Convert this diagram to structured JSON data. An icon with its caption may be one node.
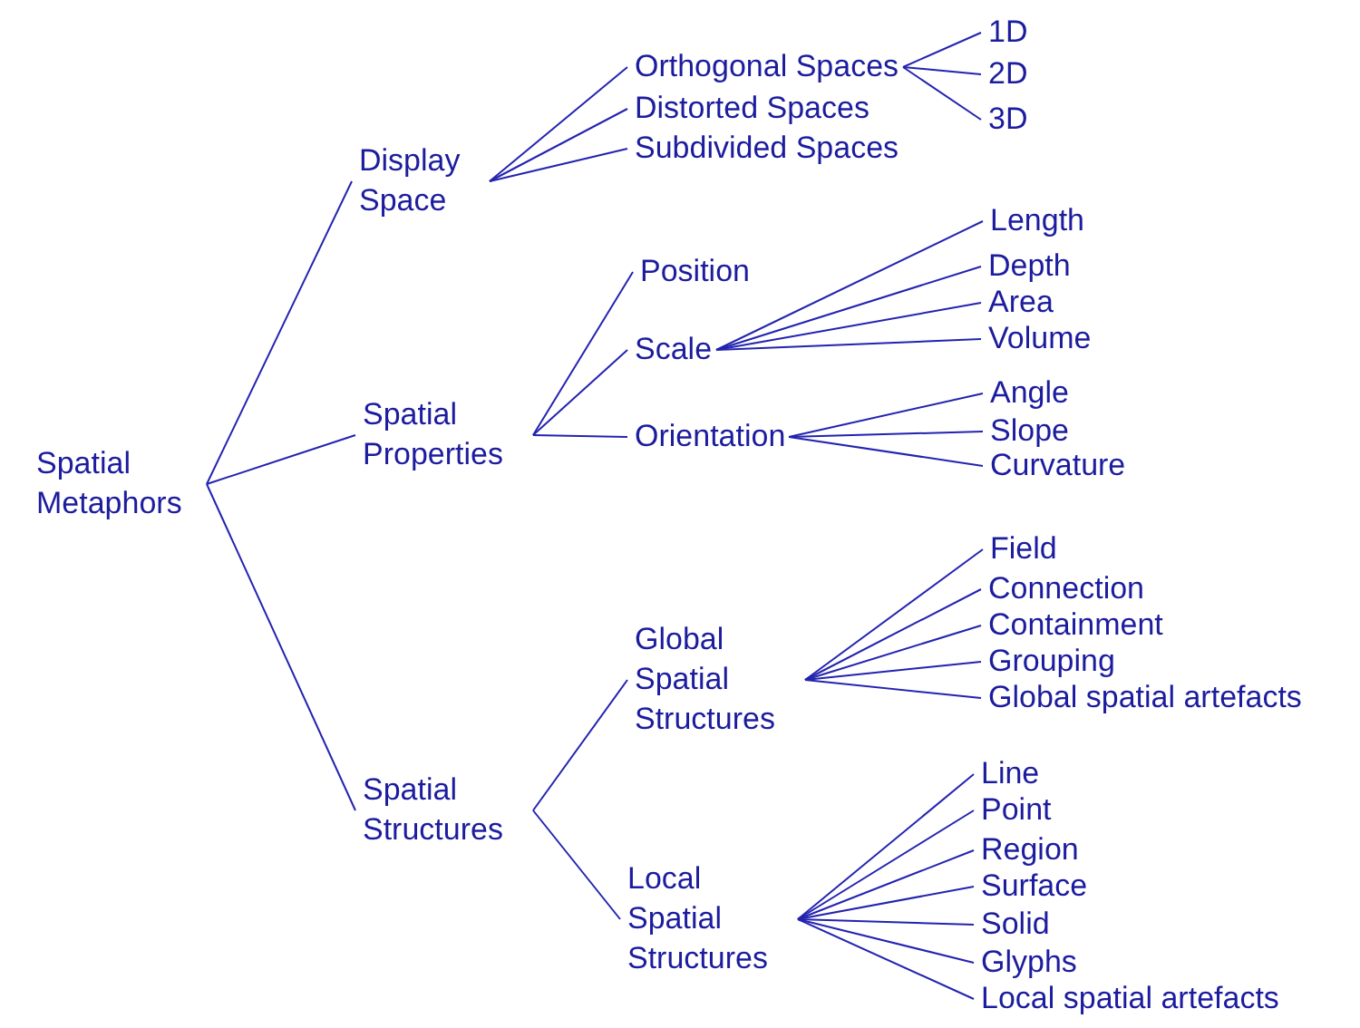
{
  "diagram": {
    "nodes": [
      {
        "text": [
          "Spatial Metaphors"
        ]
      },
      {
        "text": [
          "Display Space"
        ]
      },
      {
        "text": [
          "Spatial Properties"
        ]
      },
      {
        "text": [
          "Spatial Structures"
        ]
      },
      {
        "text": [
          "Orthogonal Spaces"
        ]
      },
      {
        "text": [
          "Distorted Spaces"
        ]
      },
      {
        "text": [
          "Subdivided Spaces"
        ]
      },
      {
        "text": [
          "1D"
        ]
      },
      {
        "text": [
          "2D"
        ]
      },
      {
        "text": [
          "3D"
        ]
      },
      {
        "text": [
          "Position"
        ]
      },
      {
        "text": [
          "Scale"
        ]
      },
      {
        "text": [
          "Orientation"
        ]
      },
      {
        "text": [
          "Length"
        ]
      },
      {
        "text": [
          "Depth"
        ]
      },
      {
        "text": [
          "Area"
        ]
      },
      {
        "text": [
          "Volume"
        ]
      },
      {
        "text": [
          "Angle"
        ]
      },
      {
        "text": [
          "Slope"
        ]
      },
      {
        "text": [
          "Curvature"
        ]
      },
      {
        "text": [
          "Global Spatial Structures"
        ]
      },
      {
        "text": [
          "Local Spatial Structures"
        ]
      },
      {
        "text": [
          "Field"
        ]
      },
      {
        "text": [
          "Connection"
        ]
      },
      {
        "text": [
          "Containment"
        ]
      },
      {
        "text": [
          "Grouping"
        ]
      },
      {
        "text": [
          "Global spatial artefacts"
        ]
      },
      {
        "text": [
          "Line"
        ]
      },
      {
        "text": [
          "Point"
        ]
      },
      {
        "text": [
          "Region"
        ]
      },
      {
        "text": [
          "Surface"
        ]
      },
      {
        "text": [
          "Solid"
        ]
      },
      {
        "text": [
          "Glyphs"
        ]
      },
      {
        "text": [
          "Local spatial artefacts"
        ]
      }
    ],
    "edges": [
      {
        "from": 0,
        "to": 1,
        "arrow": "none"
      },
      {
        "from": 0,
        "to": 2,
        "arrow": "none"
      },
      {
        "from": 0,
        "to": 3,
        "arrow": "none"
      },
      {
        "from": 1,
        "to": 4,
        "arrow": "none"
      },
      {
        "from": 1,
        "to": 5,
        "arrow": "none"
      },
      {
        "from": 1,
        "to": 6,
        "arrow": "none"
      },
      {
        "from": 4,
        "to": 7,
        "arrow": "none"
      },
      {
        "from": 4,
        "to": 8,
        "arrow": "none"
      },
      {
        "from": 4,
        "to": 9,
        "arrow": "none"
      },
      {
        "from": 2,
        "to": 10,
        "arrow": "none"
      },
      {
        "from": 2,
        "to": 11,
        "arrow": "none"
      },
      {
        "from": 2,
        "to": 12,
        "arrow": "none"
      },
      {
        "from": 11,
        "to": 13,
        "arrow": "none"
      },
      {
        "from": 11,
        "to": 14,
        "arrow": "none"
      },
      {
        "from": 11,
        "to": 15,
        "arrow": "none"
      },
      {
        "from": 11,
        "to": 16,
        "arrow": "none"
      },
      {
        "from": 12,
        "to": 17,
        "arrow": "none"
      },
      {
        "from": 12,
        "to": 18,
        "arrow": "none"
      },
      {
        "from": 12,
        "to": 19,
        "arrow": "none"
      },
      {
        "from": 3,
        "to": 20,
        "arrow": "none"
      },
      {
        "from": 3,
        "to": 21,
        "arrow": "none"
      },
      {
        "from": 20,
        "to": 22,
        "arrow": "none"
      },
      {
        "from": 20,
        "to": 23,
        "arrow": "none"
      },
      {
        "from": 20,
        "to": 24,
        "arrow": "none"
      },
      {
        "from": 20,
        "to": 25,
        "arrow": "none"
      },
      {
        "from": 20,
        "to": 26,
        "arrow": "none"
      },
      {
        "from": 21,
        "to": 27,
        "arrow": "none"
      },
      {
        "from": 21,
        "to": 28,
        "arrow": "none"
      },
      {
        "from": 21,
        "to": 29,
        "arrow": "none"
      },
      {
        "from": 21,
        "to": 30,
        "arrow": "none"
      },
      {
        "from": 21,
        "to": 31,
        "arrow": "none"
      },
      {
        "from": 21,
        "to": 32,
        "arrow": "none"
      },
      {
        "from": 21,
        "to": 33,
        "arrow": "none"
      }
    ]
  }
}
